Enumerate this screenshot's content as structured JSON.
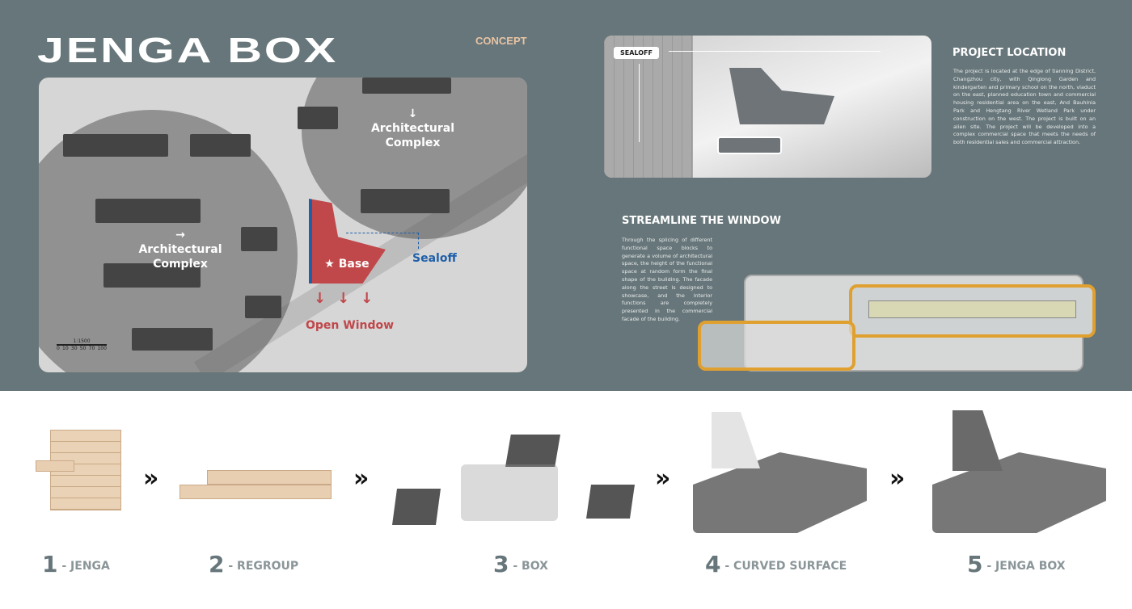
{
  "header": {
    "title": "JENGA BOX",
    "concept": "CONCEPT"
  },
  "map": {
    "complex_top": "Architectural Complex",
    "complex_left": "Architectural Complex",
    "base": "Base",
    "sealoff": "Sealoff",
    "open_window": "Open Window",
    "scale": "1:1500",
    "scale_ticks": [
      "0",
      "10",
      "30",
      "50",
      "70",
      "100"
    ]
  },
  "render": {
    "tag": "SEALOFF"
  },
  "location": {
    "heading": "PROJECT LOCATION",
    "text": "The project is located at the edge of tianning District, Changzhou city, with Qinglong Garden and kindergarten and primary school on the north, viaduct on the east, planned education town and commercial housing residential area on the east, And Bauhinia Park and Hengtang River Wetland Park under construction on the west. The project is built on an alien site. The project will be developed into a complex commercial space that meets the needs of both residential sales and commercial attraction."
  },
  "streamline": {
    "heading": "STREAMLINE THE WINDOW",
    "text": "Through the splicing of different functional space blocks to generate a volume of architectural space, the height of the functional space at random form the final shape of the building. The facade along the street is designed to showcase, and the interior functions are completely presented in the commercial facade of the building."
  },
  "steps": [
    {
      "num": "1",
      "label": " - JENGA"
    },
    {
      "num": "2",
      "label": " - REGROUP"
    },
    {
      "num": "3",
      "label": " - BOX"
    },
    {
      "num": "4",
      "label": " - CURVED SURFACE"
    },
    {
      "num": "5",
      "label": " - JENGA BOX"
    }
  ],
  "arrows": "»",
  "colors": {
    "bg": "#67767a",
    "accent": "#e8c4a4",
    "base": "#c0474a",
    "sealoff": "#1f5fa8",
    "window_frame": "#e0a030"
  }
}
